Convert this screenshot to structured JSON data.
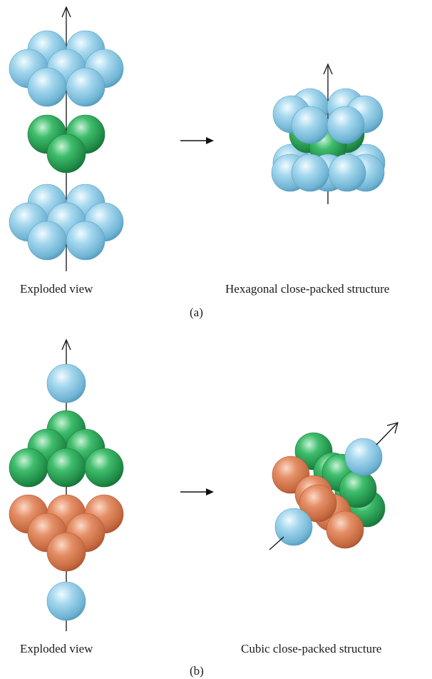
{
  "panel_a": {
    "left_label": "Exploded view",
    "right_label": "Hexagonal close-packed structure",
    "tag": "(a)"
  },
  "panel_b": {
    "left_label": "Exploded view",
    "right_label": "Cubic close-packed structure",
    "tag": "(b)"
  },
  "colors": {
    "blue_sphere": "#8fcbe3",
    "green_sphere": "#2fa75a",
    "orange_sphere": "#de845a",
    "line": "#111111"
  }
}
